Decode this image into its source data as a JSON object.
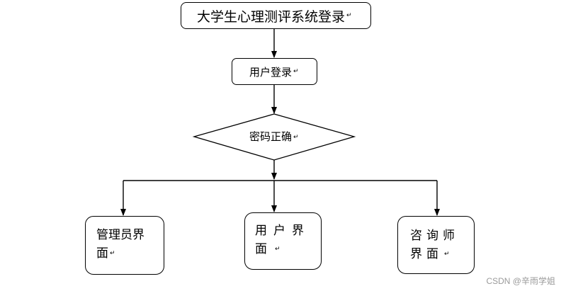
{
  "diagram": {
    "title_box": "大学生心理测评系统登录",
    "login_box": "用户登录",
    "decision": "密码正确",
    "roles": {
      "admin": {
        "line1": "管理员界",
        "line2": "面"
      },
      "user": {
        "line1": "用户界",
        "line2": "面"
      },
      "consultant": {
        "line1": "咨询师",
        "line2": "界面"
      }
    },
    "return_mark": "↵"
  },
  "watermark": "CSDN @辛雨学姐"
}
